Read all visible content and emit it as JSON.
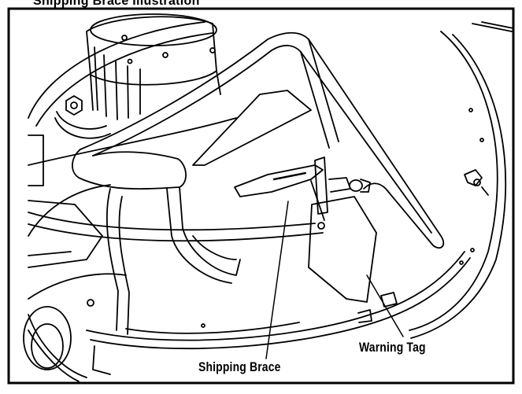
{
  "figure": {
    "top_caption": "Shipping Brace Illustration",
    "callouts": {
      "warning_tag": "Warning Tag",
      "shipping_brace": "Shipping Brace"
    }
  },
  "colors": {
    "line": "#000000",
    "background": "#ffffff"
  }
}
